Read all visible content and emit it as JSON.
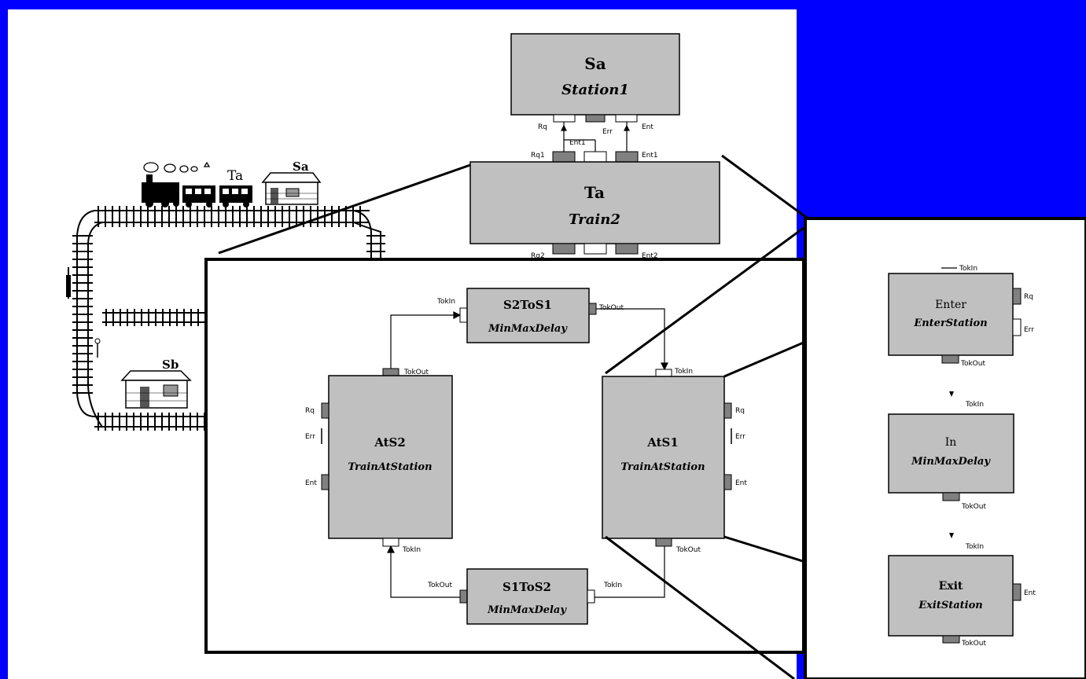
{
  "colors": {
    "background": "#0000ff",
    "canvas": "#ffffff",
    "block_fill": "#c0c0c0",
    "port_dark": "#808080",
    "stroke": "#000000"
  },
  "top": {
    "station": {
      "name": "Sa",
      "type": "Station1",
      "ports": {
        "rq": "Rq",
        "err": "Err",
        "ent": "Ent"
      }
    },
    "train": {
      "name": "Ta",
      "type": "Train2",
      "ports_top": {
        "rq1": "Rq1",
        "ent1": "Ent1",
        "ent1_label": "Ent1"
      },
      "ports_bottom": {
        "rq2": "Rq2",
        "ent2": "Ent2"
      }
    }
  },
  "track": {
    "train_label": "Ta",
    "station_a": "Sa",
    "station_b": "Sb"
  },
  "mid": {
    "s2tos1": {
      "name": "S2ToS1",
      "type": "MinMaxDelay",
      "port_in": "TokIn",
      "port_out": "TokOut"
    },
    "s1tos2": {
      "name": "S1ToS2",
      "type": "MinMaxDelay",
      "port_in": "TokIn",
      "port_out": "TokOut"
    },
    "ats2": {
      "name": "AtS2",
      "type": "TrainAtStation",
      "ports": {
        "top": "TokOut",
        "bottom": "TokIn",
        "rq": "Rq",
        "err": "Err",
        "ent": "Ent"
      }
    },
    "ats1": {
      "name": "AtS1",
      "type": "TrainAtStation",
      "ports": {
        "top": "TokIn",
        "bottom": "TokOut",
        "rq": "Rq",
        "err": "Err",
        "ent": "Ent"
      }
    }
  },
  "right": {
    "enter": {
      "name": "Enter",
      "type": "EnterStation",
      "ports": {
        "top": "TokIn",
        "rq": "Rq",
        "err": "Err",
        "bottom": "TokOut"
      }
    },
    "in": {
      "name": "In",
      "type": "MinMaxDelay",
      "ports": {
        "top": "TokIn",
        "bottom": "TokOut"
      }
    },
    "exit": {
      "name": "Exit",
      "type": "ExitStation",
      "ports": {
        "top": "TokIn",
        "ent": "Ent",
        "bottom": "TokOut"
      }
    }
  }
}
